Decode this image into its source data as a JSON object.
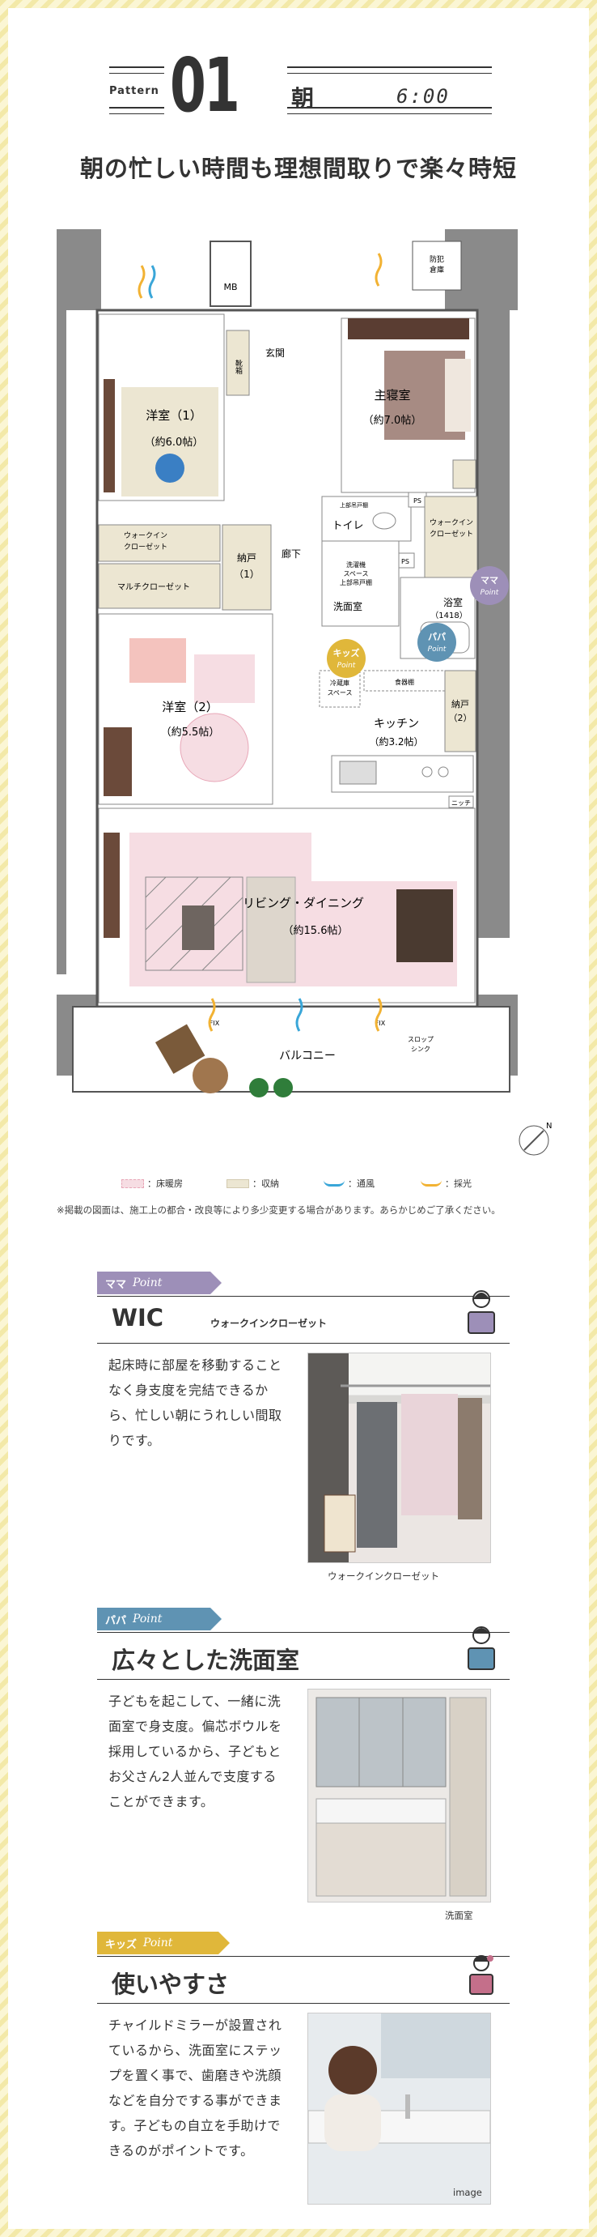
{
  "header": {
    "pattern_label": "Pattern",
    "pattern_number": "01",
    "time_name": "朝",
    "clock": "6:00",
    "headline": "朝の忙しい時間も理想間取りで楽々時短"
  },
  "floor_plan": {
    "rooms": {
      "mb": "MB",
      "bouhan_1": "防犯",
      "bouhan_2": "倉庫",
      "kutsu": "靴箱",
      "genkan": "玄関",
      "bedroom1_name": "洋室（1）",
      "bedroom1_size": "（約6.0帖）",
      "master_name": "主寝室",
      "master_size": "（約7.0帖）",
      "ps1": "PS",
      "ps2": "PS",
      "walkin1_a": "ウォークイン",
      "walkin1_b": "クローゼット",
      "nando1_a": "納戸",
      "nando1_b": "（1）",
      "rouka": "廊下",
      "upper_shelf": "上部吊戸棚",
      "toilet": "トイレ",
      "walkin2_a": "ウォークイン",
      "walkin2_b": "クローゼット",
      "multi": "マルチクローゼット",
      "washer_a": "洗濯機",
      "washer_b": "スペース",
      "washer_c": "上部吊戸棚",
      "wash_room": "洗面室",
      "bath_a": "浴室",
      "bath_b": "（1418）",
      "bedroom2_name": "洋室（2）",
      "bedroom2_size": "（約5.5帖）",
      "fridge_a": "冷蔵庫",
      "fridge_b": "スペース",
      "shokki": "食器棚",
      "kitchen_name": "キッチン",
      "kitchen_size": "（約3.2帖）",
      "nando2_a": "納戸",
      "nando2_b": "（2）",
      "nitch": "ニッチ",
      "living_name": "リビング・ダイニング",
      "living_size": "（約15.6帖）",
      "fix1": "FIX",
      "fix2": "FIX",
      "slop_a": "スロップ",
      "slop_b": "シンク",
      "balcony": "バルコニー",
      "north": "N"
    },
    "badges": {
      "mama_a": "ママ",
      "mama_b": "Point",
      "papa_a": "パパ",
      "papa_b": "Point",
      "kids_a": "キッズ",
      "kids_b": "Point"
    }
  },
  "legend": {
    "floor_heating": "：床暖房",
    "storage": "：収納",
    "ventilation": "：通風",
    "daylight": "：採光"
  },
  "note": "※掲載の図面は、施工上の都合・改良等により多少変更する場合があります。あらかじめご了承ください。",
  "sections": [
    {
      "tag": "ママ",
      "tag_point": "Point",
      "title": "WIC",
      "subtitle": "ウォークインクローゼット",
      "body": "起床時に部屋を移動することなく身支度を完結できるから、忙しい朝にうれしい間取りです。",
      "caption": "ウォークインクローゼット",
      "color": "#9d8fb8"
    },
    {
      "tag": "パパ",
      "tag_point": "Point",
      "title": "広々とした洗面室",
      "subtitle": "",
      "body": "子どもを起こして、一緒に洗面室で身支度。偏芯ボウルを採用しているから、子どもとお父さん2人並んで支度することができます。",
      "caption": "洗面室",
      "color": "#5f93b3"
    },
    {
      "tag": "キッズ",
      "tag_point": "Point",
      "title": "使いやすさ",
      "subtitle": "",
      "body": "チャイルドミラーが設置されているから、洗面室にステップを置く事で、歯磨きや洗顔などを自分でする事ができます。子どもの自立を手助けできるのがポイントです。",
      "caption": "image",
      "color": "#e0b73a"
    }
  ],
  "colors": {
    "wall": "#8a8a8a",
    "floor_heating": "#f6dde3",
    "storage": "#ece6d2",
    "ventilation": "#3aa6d8",
    "daylight": "#f2b233"
  }
}
